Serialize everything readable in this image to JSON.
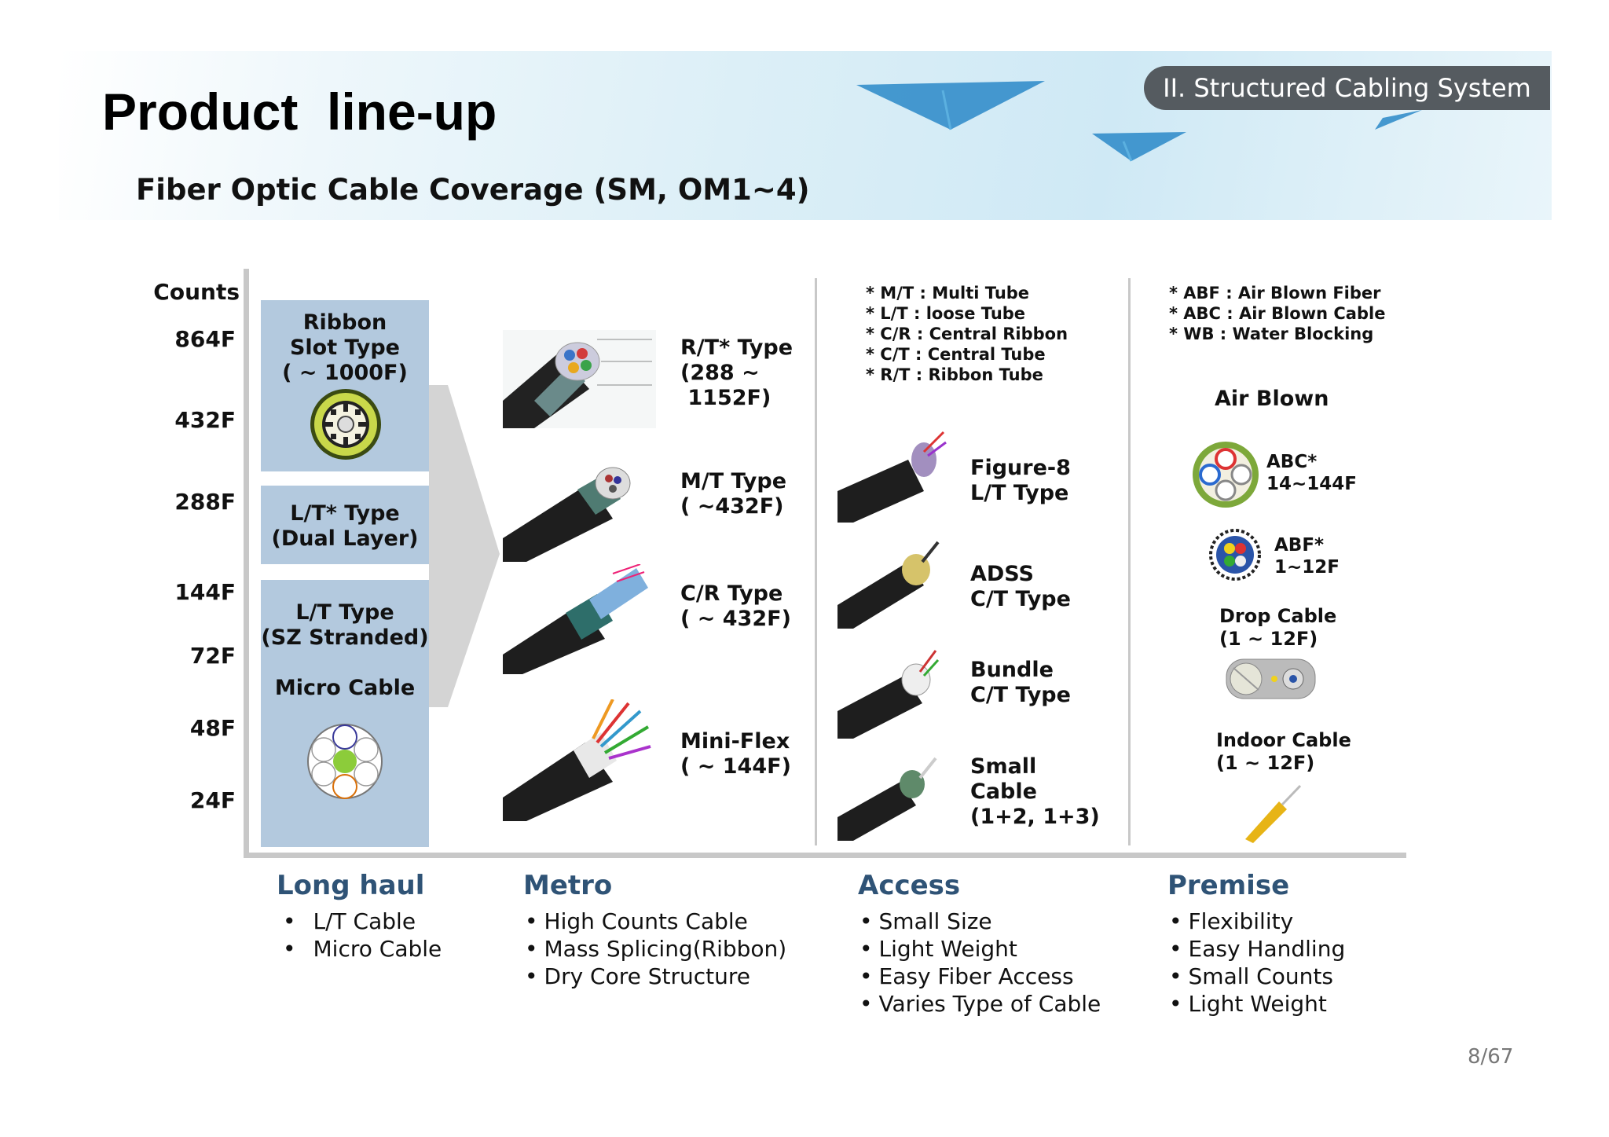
{
  "header": {
    "title": "Product  line-up",
    "section_tag": "II. Structured Cabling System",
    "subtitle": "Fiber Optic Cable Coverage (SM, OM1~4)"
  },
  "axis": {
    "title": "Counts",
    "ticks": [
      "864F",
      "432F",
      "288F",
      "144F",
      "72F",
      "48F",
      "24F"
    ]
  },
  "long_haul": {
    "ribbon": [
      "Ribbon",
      "Slot Type",
      "( ~ 1000F)"
    ],
    "lt_dual": [
      "L/T* Type",
      "(Dual Layer)"
    ],
    "lt_sz": [
      "L/T Type",
      "(SZ Stranded)"
    ],
    "micro": "Micro Cable"
  },
  "metro_cables": [
    {
      "name": "rt-type",
      "label": "R/T* Type\n(288 ~\n 1152F)"
    },
    {
      "name": "mt-type",
      "label": "M/T Type\n( ~432F)"
    },
    {
      "name": "cr-type",
      "label": "C/R Type\n( ~ 432F)"
    },
    {
      "name": "mini-flex",
      "label": "Mini-Flex\n( ~ 144F)"
    }
  ],
  "access_notes": [
    "* M/T : Multi Tube",
    "* L/T : loose Tube",
    "* C/R : Central Ribbon",
    "* C/T : Central Tube",
    "* R/T : Ribbon Tube"
  ],
  "access_cables": [
    {
      "name": "figure-8",
      "label": "Figure-8\nL/T Type"
    },
    {
      "name": "adss",
      "label": "ADSS\nC/T Type"
    },
    {
      "name": "bundle",
      "label": "Bundle\nC/T Type"
    },
    {
      "name": "small-cable",
      "label": "Small\nCable\n(1+2, 1+3)"
    }
  ],
  "premise_notes": [
    "* ABF : Air Blown Fiber",
    "* ABC : Air Blown Cable",
    "* WB : Water Blocking"
  ],
  "premise": {
    "air_blown": "Air Blown",
    "abc": "ABC*\n14~144F",
    "abf": "ABF*\n1~12F",
    "drop": "Drop Cable\n(1 ~ 12F)",
    "indoor": "Indoor Cable\n(1 ~ 12F)"
  },
  "segments": [
    {
      "title": "Long haul",
      "items": [
        "L/T Cable",
        "Micro Cable"
      ]
    },
    {
      "title": "Metro",
      "items": [
        "High Counts Cable",
        "Mass Splicing(Ribbon)",
        "Dry Core Structure"
      ]
    },
    {
      "title": "Access",
      "items": [
        "Small Size",
        "Light Weight",
        "Easy Fiber Access",
        "Varies Type of Cable"
      ]
    },
    {
      "title": "Premise",
      "items": [
        "Flexibility",
        "Easy Handling",
        "Small Counts",
        "Light Weight"
      ]
    }
  ],
  "page_number": "8/67",
  "colors": {
    "segment_title": "#2f5376",
    "long_haul_box": "#b3c9de",
    "tag_bg": "#555b60"
  }
}
